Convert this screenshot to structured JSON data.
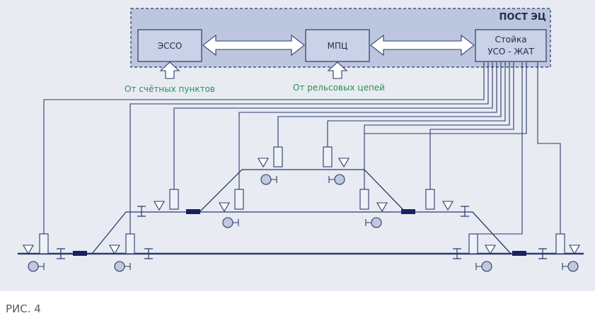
{
  "post": {
    "title": "ПОСТ ЭЦ"
  },
  "blocks": {
    "esso": "ЭССО",
    "mpc": "МПЦ",
    "stand_line1": "Стойка",
    "stand_line2": "УСО - ЖАТ"
  },
  "notes": {
    "from_counting_points": "От счётных пунктов",
    "from_track_circuits": "От рельсовых цепей"
  },
  "caption": "РИС. 4",
  "colors": {
    "background": "#e8ebf2",
    "post_panel": "#bcc6df",
    "box_fill": "#c9d2e6",
    "line": "#2c3a6b",
    "note_text": "#2a8f55",
    "insulated_joint": "#1a2060",
    "counter_fill": "#c0c8de"
  }
}
